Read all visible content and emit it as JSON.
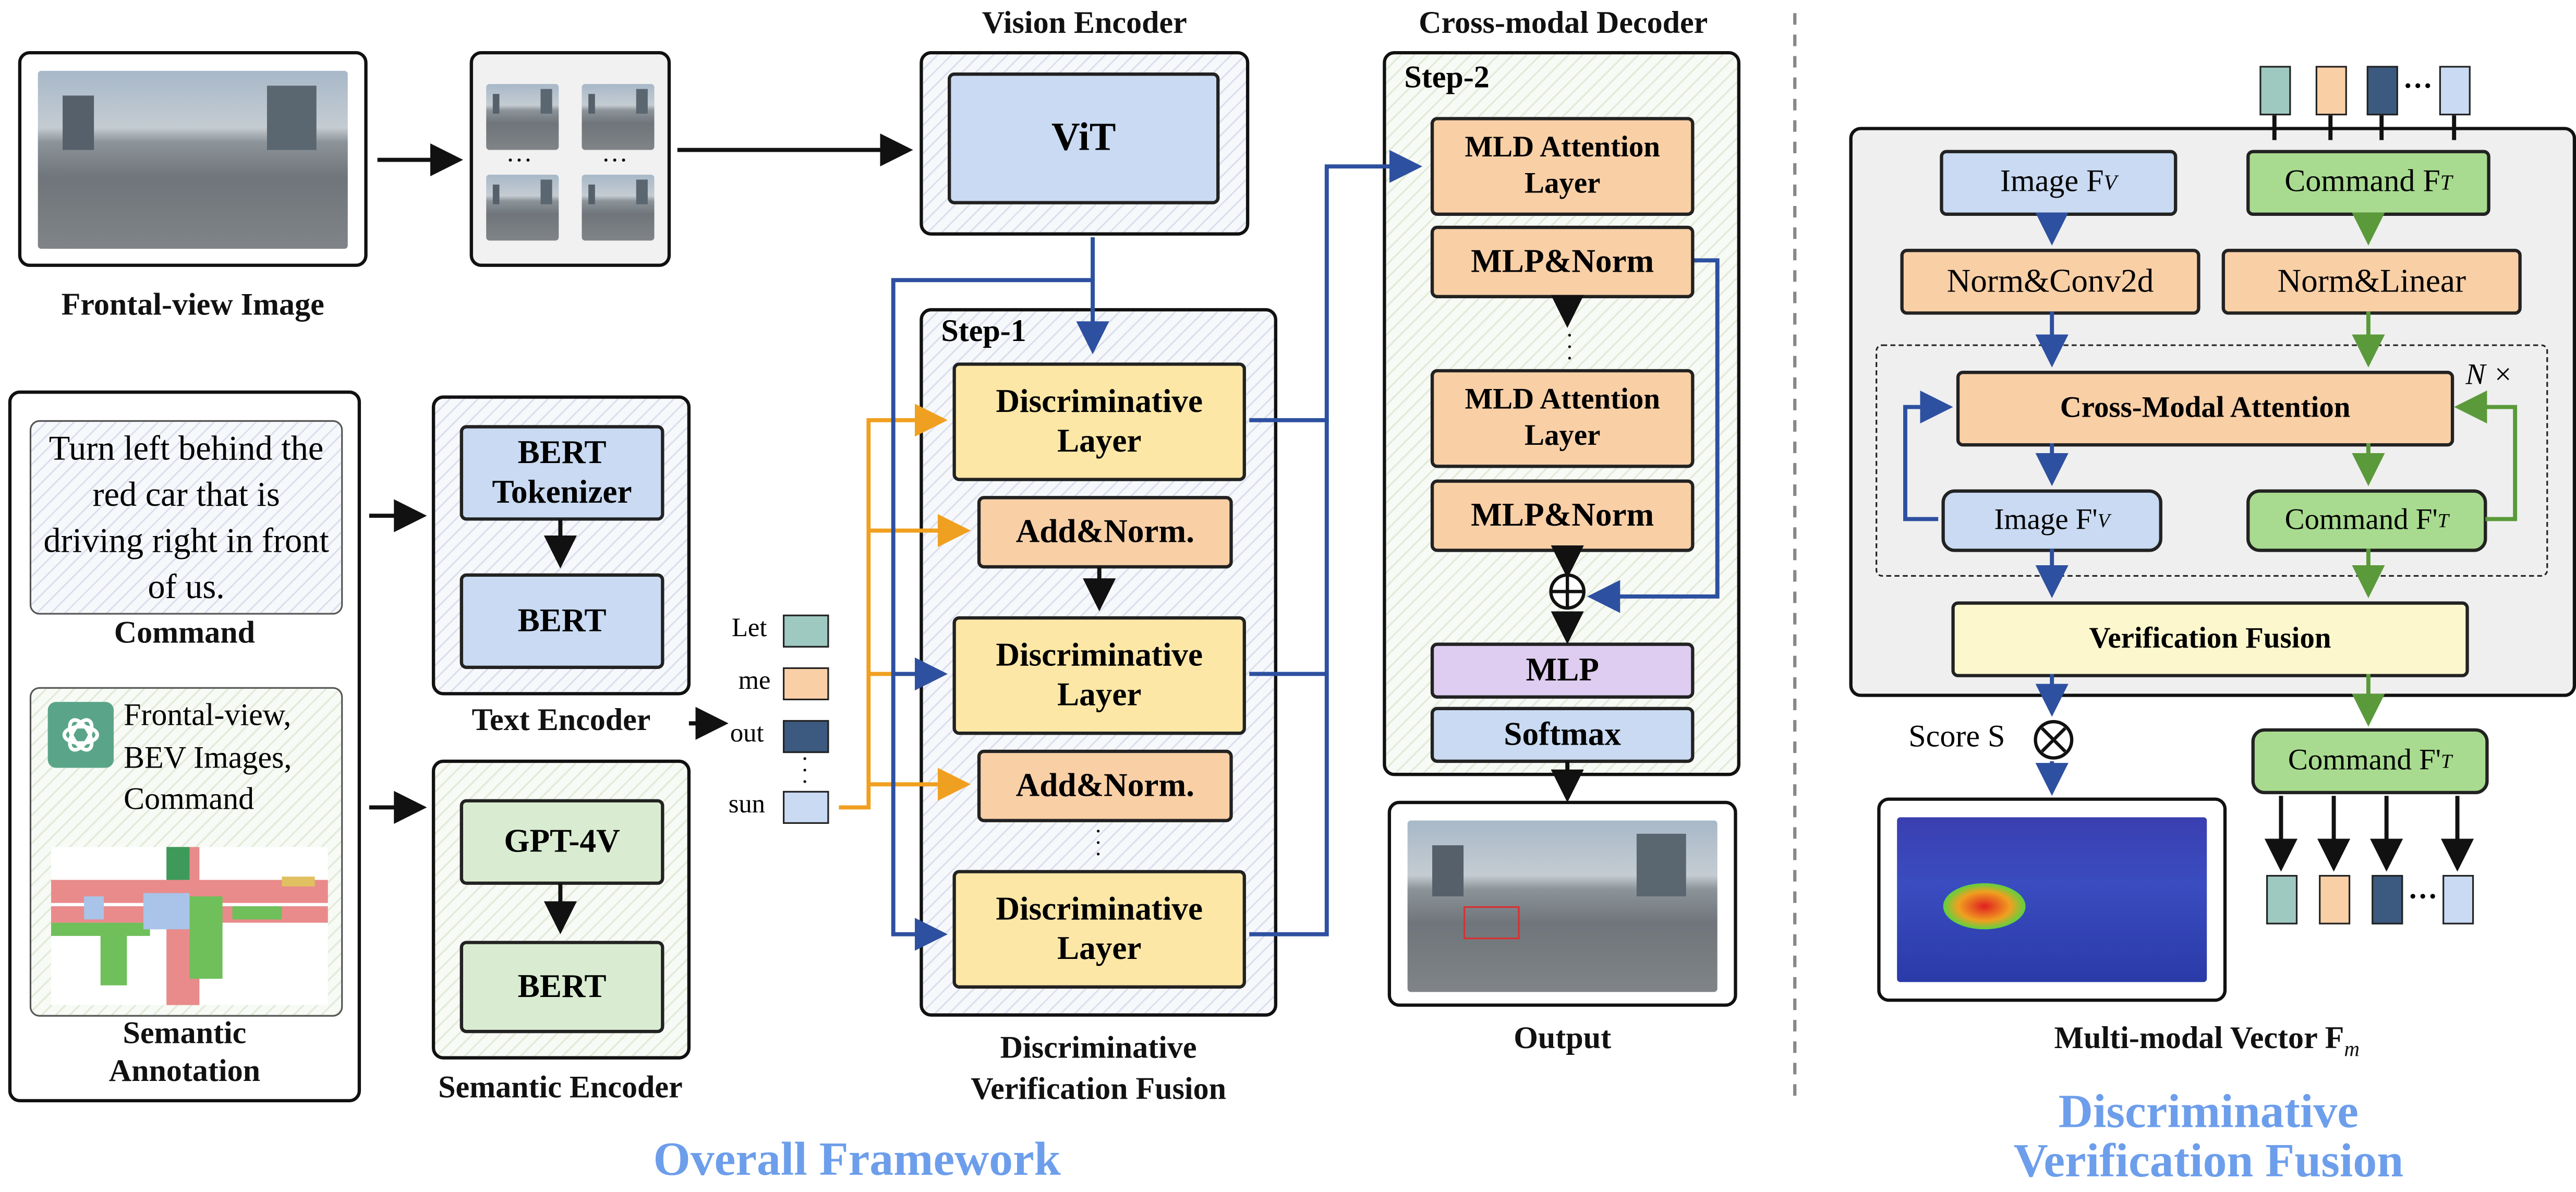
{
  "framework": {
    "frontal_view_label": "Frontal-view Image",
    "vision_encoder_label": "Vision Encoder",
    "vit_label": "ViT",
    "patch_dots_1": "…",
    "patch_dots_2": "…",
    "command_text": "Turn left behind the red car that is driving right in front of us.",
    "command_label": "Command",
    "semantic_box_text": "Frontal-view, BEV Images, Command",
    "semantic_annotation_label": "Semantic Annotation",
    "bert_tokenizer": "BERT Tokenizer",
    "bert_1": "BERT",
    "text_encoder_label": "Text Encoder",
    "gpt4v": "GPT-4V",
    "bert_2": "BERT",
    "semantic_encoder_label": "Semantic Encoder",
    "tokens": [
      "Let",
      "me",
      "out",
      "sun"
    ],
    "step1_label": "Step-1",
    "disc_layer_1": "Discriminative Layer",
    "add_norm_1": "Add&Norm.",
    "disc_layer_2": "Discriminative Layer",
    "add_norm_2": "Add&Norm.",
    "disc_layer_3": "Discriminative Layer",
    "dvf_label": "Discriminative Verification Fusion",
    "decoder_label": "Cross-modal Decoder",
    "step2_label": "Step-2",
    "mld_1": "MLD Attention Layer",
    "mlp_norm_1": "MLP&Norm",
    "mld_2": "MLD Attention Layer",
    "mlp_norm_2": "MLP&Norm",
    "mlp": "MLP",
    "softmax": "Softmax",
    "output_label": "Output",
    "overall_title": "Overall Framework"
  },
  "dvf": {
    "image_fv": "Image F",
    "image_fv_sub": "V",
    "command_ft": "Command F",
    "command_ft_sub": "T",
    "norm_conv": "Norm&Conv2d",
    "norm_linear": "Norm&Linear",
    "n_times": "N ×",
    "cross_modal_attention": "Cross-Modal Attention",
    "image_fpv": "Image F'",
    "image_fpv_sub": "V",
    "command_fpt": "Command F'",
    "command_fpt_sub": "T",
    "verification_fusion": "Verification Fusion",
    "score": "Score S",
    "command_fpt_out": "Command F'",
    "command_fpt_out_sub": "T",
    "multimodal_label": "Multi-modal Vector F",
    "multimodal_sub": "m",
    "title": "Discriminative Verification Fusion",
    "dots_top": "···",
    "dots_bottom": "···"
  },
  "colors": {
    "title_blue": "#6d9eeb",
    "arrow_blue": "#2d50a0",
    "arrow_orange": "#f0a020",
    "arrow_green": "#5a9a3a",
    "token_colors": [
      "#9ec9c0",
      "#f9cfa6",
      "#3c5a80",
      "#c9daf2"
    ]
  }
}
